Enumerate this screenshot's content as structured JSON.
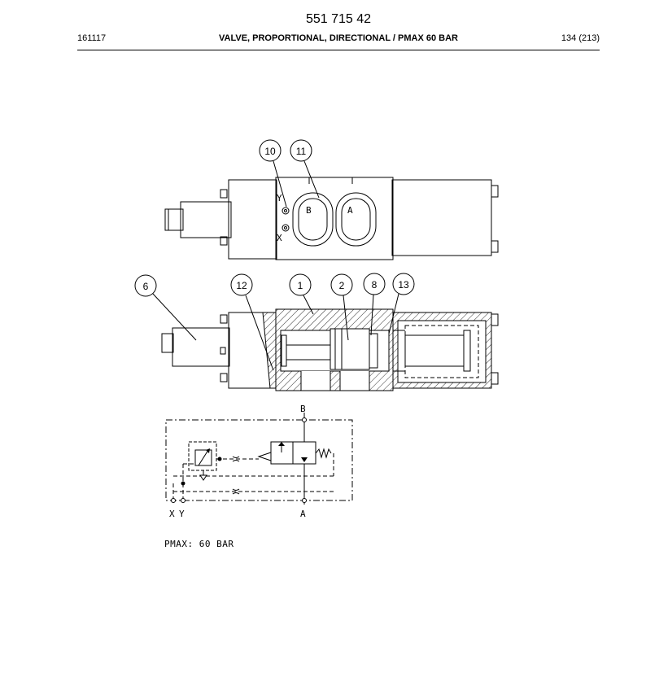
{
  "header": {
    "doc_number": "551 715 42",
    "date_code": "161117",
    "title": "VALVE, PROPORTIONAL, DIRECTIONAL / PMAX 60 BAR",
    "page": "134 (213)"
  },
  "callouts": {
    "c10": "10",
    "c11": "11",
    "c6": "6",
    "c12": "12",
    "c1": "1",
    "c2": "2",
    "c8": "8",
    "c13": "13"
  },
  "port_labels": {
    "y": "Y",
    "x": "X",
    "b": "B",
    "a": "A"
  },
  "schematic_labels": {
    "b": "B",
    "a": "A",
    "x": "X",
    "y": "Y"
  },
  "note": "PMAX:  60  BAR"
}
